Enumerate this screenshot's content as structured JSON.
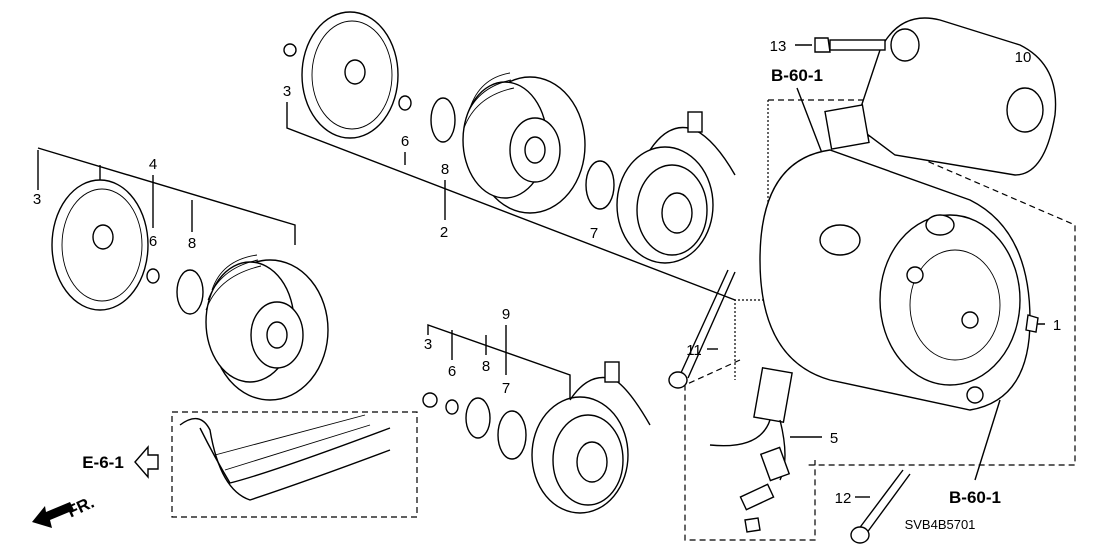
{
  "diagram": {
    "part_labels": {
      "bolt_13": "13",
      "bracket_10": "10",
      "plate_3_top": "3",
      "shim_6_top": "6",
      "ring_8_top": "8",
      "pulley_2": "2",
      "ring_7_top": "7",
      "clutch_4": "4",
      "plate_3_left": "3",
      "shim_6_left": "6",
      "ring_8_left": "8",
      "valve_1": "1",
      "bolt_11": "11",
      "clutch_9": "9",
      "plate_3_bottom": "3",
      "shim_6_bottom": "6",
      "ring_8_bottom": "8",
      "ring_7_bottom": "7",
      "harness_5": "5",
      "bolt_12": "12"
    },
    "references": {
      "top": "B-60-1",
      "bottom": "B-60-1",
      "belt": "E-6-1"
    },
    "front_arrow_label": "FR.",
    "diagram_code": "SVB4B5701",
    "icons": [
      "hollow-arrow-left-icon",
      "front-arrow-icon"
    ]
  }
}
